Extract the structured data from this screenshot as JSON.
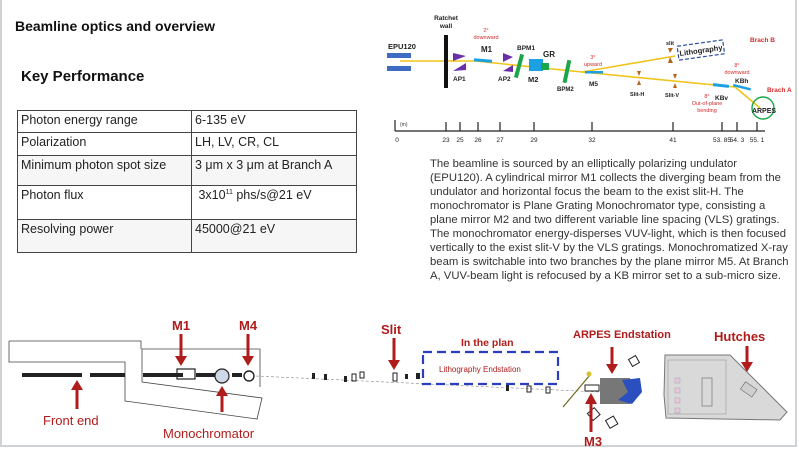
{
  "title": "Beamline optics and overview",
  "key_performance": {
    "heading": "Key Performance",
    "rows": [
      {
        "param": "Photon energy range",
        "value": "6-135 eV"
      },
      {
        "param": "Polarization",
        "value": "LH, LV, CR, CL"
      },
      {
        "param": "Minimum photon spot size",
        "value": "3 μm x 3 μm at Branch A"
      },
      {
        "param": "Photon flux",
        "value_prefix": "3x10",
        "value_sup": "11",
        "value_suffix": " phs/s@21 eV"
      },
      {
        "param": "Resolving power",
        "value": "45000@21 eV"
      }
    ]
  },
  "optics_diagram": {
    "source": "EPU120",
    "ratchet_wall": [
      "Ratchet",
      "wall"
    ],
    "elements": {
      "ap1": "AP1",
      "ap2": "AP2",
      "m1": "M1",
      "bpm1": "BPM1",
      "gr": "GR",
      "m2": "M2",
      "bpm2": "BPM2",
      "m5": "M5",
      "slit": "slit",
      "slit_h": "Slit-H",
      "slit_v": "Slit-V",
      "lithography": "Lithography",
      "kb_v": "KBv",
      "kb_h": "KBh",
      "arpes": "ARPES",
      "branch_a": "Brach A",
      "branch_b": "Brach B"
    },
    "annotations": {
      "m1_deflect": [
        "2°",
        "downward"
      ],
      "m5_deflect": [
        "3°",
        "upward"
      ],
      "kbh_deflect": [
        "8°",
        "downward"
      ],
      "kbv_deflect": [
        "8°",
        "Out-of-plane",
        "bending"
      ]
    },
    "axis": {
      "unit": "(m)",
      "ticks": [
        "0",
        "23",
        "25",
        "26",
        "27",
        "29",
        "32",
        "41",
        "53. 85",
        "54. 3",
        "55. 1"
      ]
    },
    "colors": {
      "beam": "#f0c419",
      "mirror": "#1ba1e2",
      "aperture": "#6a2fa8",
      "bpm": "#1aa64a",
      "slit": "#b5651d",
      "label_red": "#d42b2b",
      "lithography_box": "#2a4fa3"
    }
  },
  "description": "The beamline is sourced by an elliptically polarizing undulator (EPU120). A cylindrical mirror M1 collects the diverging beam from the undulator and horizontal focus the beam to the exist slit-H. The monochromator is Plane Grating Monochromator type, consisting a plane mirror M2 and two different variable line spacing (VLS) gratings. The monochromator energy-disperses VUV-light, which is then focused vertically to the exist slit-V by the VLS gratings. Monochromatized X-ray beam is switchable into two branches by the plane mirror M5. At Branch A, VUV-beam light is refocused by a KB mirror set to a sub-micro size.",
  "layout_diagram": {
    "labels": {
      "front_end": "Front end",
      "m1": "M1",
      "m4": "M4",
      "monochromator": "Monochromator",
      "slit": "Slit",
      "in_the_plan": "In the plan",
      "lithography_endstation": "Lithography Endstation",
      "arpes_endstation": "ARPES Endstation",
      "m3": "M3",
      "hutches": "Hutches"
    },
    "colors": {
      "arrow": "#b01c1c",
      "label": "#b01c1c",
      "plan_box": "#2a3fbf",
      "arpes_chamber": "#2a4fbf",
      "hutch": "#d9d9d9"
    }
  }
}
